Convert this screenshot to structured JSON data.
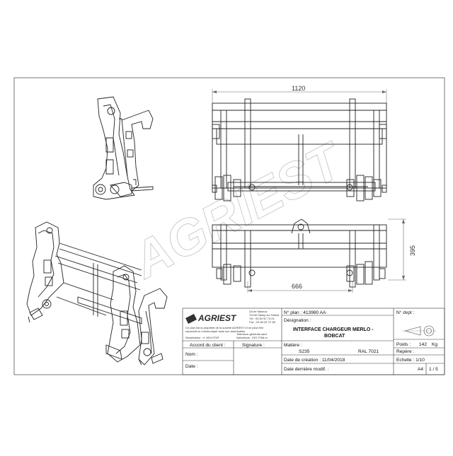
{
  "drawing": {
    "dimensions": {
      "width_top": "1120",
      "height_front": "395",
      "width_front": "666"
    },
    "watermark": "AGRIEST"
  },
  "title_block": {
    "company": {
      "logo_text": "AGRIEST",
      "address_lines": [
        "ZA de Masnoz",
        "70140 Sassy sur Saône",
        "Tél : 03 84 92 74 24",
        "Fax : 03 84 92 72 38"
      ],
      "copyright_lines": [
        "Ce plan est la propriété de la société AGRIEST et ne peut être",
        "reproduit ou communiqué sans son autorisation"
      ],
      "designer": "Dessinateur : V. MOLITOR",
      "tolerance_lines": [
        "Tolérance générale sauf",
        "indications : ISO 2768-m"
      ]
    },
    "client": {
      "agreement_label": "Accord du client :",
      "signature_label": "Signature :",
      "name_label": "Nom :",
      "date_label": "Date :"
    },
    "plan_number": "N° plan : 413980 AA",
    "designation_label": "Désignation :",
    "designation_lines": [
      "INTERFACE CHARGEUR MERLO -",
      "BOBCAT"
    ],
    "material_label": "Matière :",
    "material_value": "S235",
    "color_value": "RAL 7021",
    "creation_date": "Date de création : 11/04/2018",
    "last_modified": "Date dernière modif. :",
    "plan_dvpt_label": "N° dvpt :",
    "weight_label": "Poids :",
    "weight_value": "142",
    "weight_unit": "Kg",
    "repere_label": "Repère :",
    "scale": "Echelle : 1/10",
    "format": "A4",
    "sheet": "1 / 5"
  }
}
